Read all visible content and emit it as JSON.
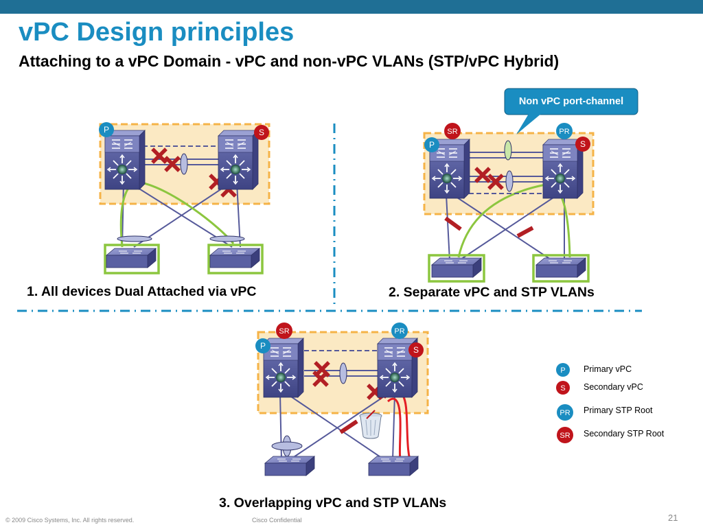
{
  "slide": {
    "title": "vPC Design principles",
    "subtitle": "Attaching to a vPC Domain - vPC and non-vPC VLANs (STP/vPC Hybrid)",
    "page_number": "21"
  },
  "scenarios": [
    {
      "caption": "1. All devices Dual Attached via vPC"
    },
    {
      "caption": "2. Separate vPC and STP VLANs"
    },
    {
      "caption": "3. Overlapping vPC and STP VLANs"
    }
  ],
  "callout": {
    "text": "Non vPC port-channel"
  },
  "badges": {
    "p": "P",
    "s": "S",
    "pr": "PR",
    "sr": "SR"
  },
  "legend": [
    {
      "badge": "P",
      "label": "Primary vPC",
      "color": "#1a8dc1"
    },
    {
      "badge": "S",
      "label": "Secondary vPC",
      "color": "#c0141b"
    },
    {
      "badge": "PR",
      "label": "Primary STP Root",
      "color": "#1a8dc1"
    },
    {
      "badge": "SR",
      "label": "Secondary STP Root",
      "color": "#c0141b"
    }
  ],
  "footer": {
    "copyright": "© 2009 Cisco Systems, Inc. All rights reserved.",
    "confidential": "Cisco Confidential"
  },
  "colors": {
    "accent_blue": "#1a8dc1",
    "header_bar": "#1f6f95",
    "badge_red": "#c0141b",
    "domain_fill": "#fbe9c3",
    "domain_border": "#f5b347",
    "green_link": "#8cc63f",
    "red_link": "#e31e24",
    "x_mark": "#b21f24"
  }
}
